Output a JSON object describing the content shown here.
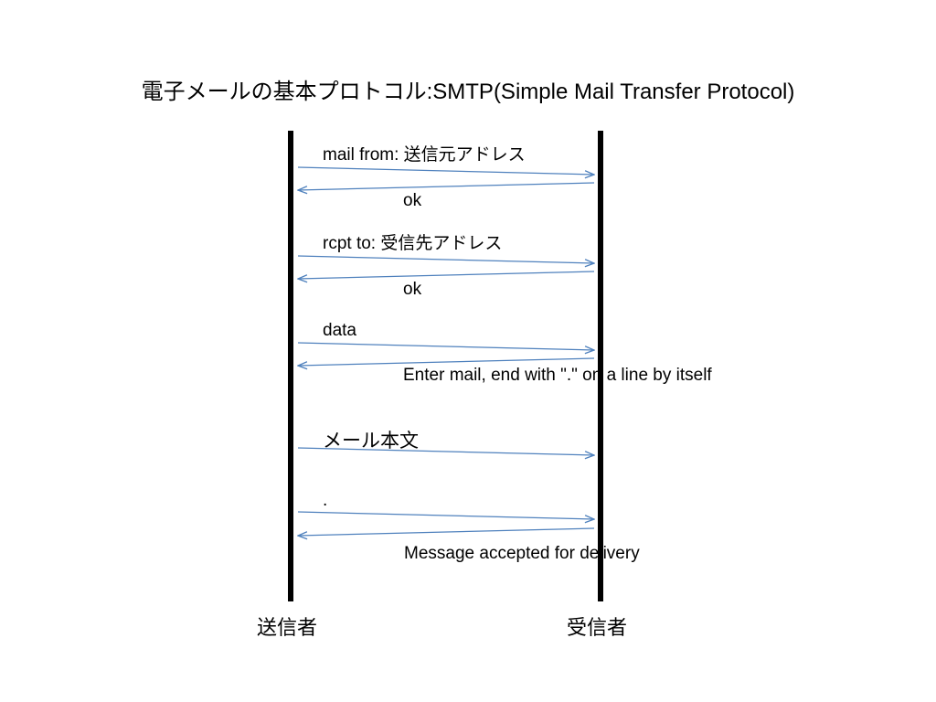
{
  "title": "電子メールの基本プロトコル:SMTP(Simple Mail Transfer Protocol)",
  "actors": {
    "sender": "送信者",
    "receiver": "受信者"
  },
  "messages": [
    {
      "id": "mail-from",
      "text": "mail from: 送信元アドレス",
      "direction": "to-receiver"
    },
    {
      "id": "ok-1",
      "text": "ok",
      "direction": "to-sender"
    },
    {
      "id": "rcpt-to",
      "text": "rcpt to: 受信先アドレス",
      "direction": "to-receiver"
    },
    {
      "id": "ok-2",
      "text": "ok",
      "direction": "to-sender"
    },
    {
      "id": "data",
      "text": "data",
      "direction": "to-receiver"
    },
    {
      "id": "enter-mail",
      "text": "Enter mail, end with \".\" on a line by itself",
      "direction": "to-sender"
    },
    {
      "id": "mail-body",
      "text": "メール本文",
      "direction": "to-receiver"
    },
    {
      "id": "dot",
      "text": ".",
      "direction": "to-receiver"
    },
    {
      "id": "accepted",
      "text": "Message accepted for delivery",
      "direction": "to-sender"
    }
  ],
  "colors": {
    "arrow": "#4f81bd",
    "lifeline": "#000000",
    "text": "#000000"
  }
}
